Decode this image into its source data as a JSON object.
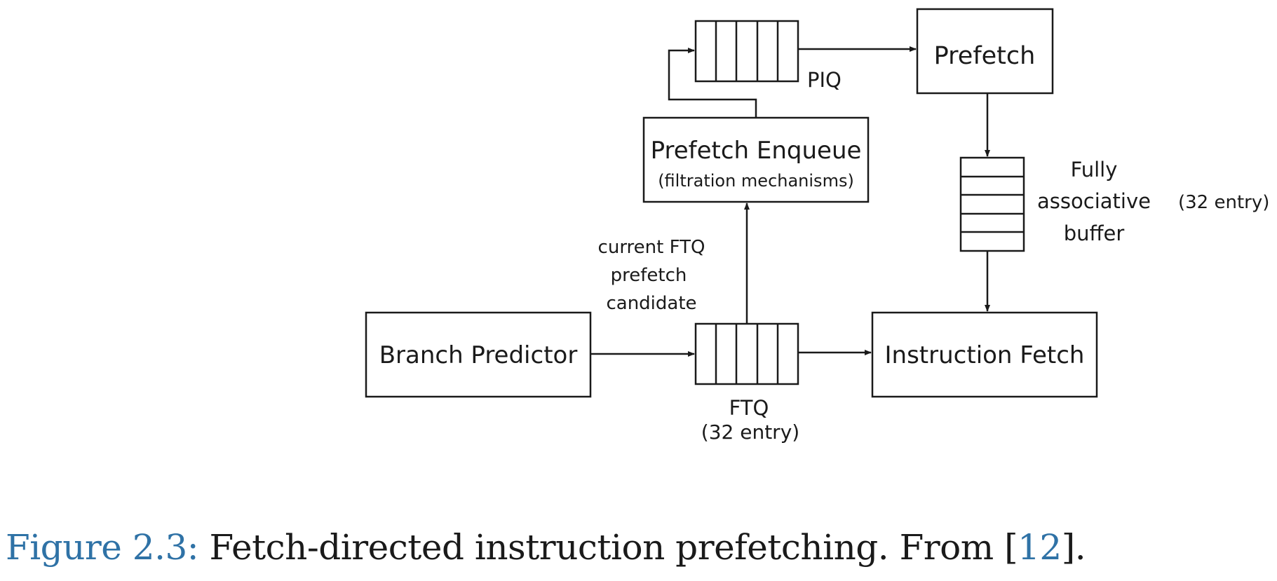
{
  "diagram": {
    "nodes": {
      "prefetch": "Prefetch",
      "prefetch_enqueue": "Prefetch Enqueue",
      "prefetch_enqueue_sub": "(filtration mechanisms)",
      "branch_predictor": "Branch Predictor",
      "instruction_fetch": "Instruction Fetch"
    },
    "labels": {
      "piq": "PIQ",
      "ftq": "FTQ",
      "ftq_entries": "(32 entry)",
      "buffer_line1": "Fully",
      "buffer_line2": "associative",
      "buffer_line3": "buffer",
      "buffer_entries": "(32 entry)",
      "candidate_line1": "current FTQ",
      "candidate_line2": "prefetch",
      "candidate_line3": "candidate"
    }
  },
  "caption": {
    "figure_label": "Figure 2.3:",
    "text": " Fetch-directed instruction prefetching. From [",
    "ref": "12",
    "end": "].",
    "accent_color": "#2f72a6"
  }
}
